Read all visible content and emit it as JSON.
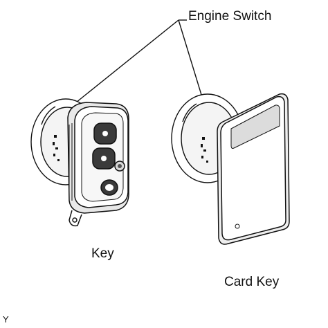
{
  "labels": {
    "engine_switch": "Engine Switch",
    "key": "Key",
    "card_key": "Card Key",
    "corner_mark": "Y"
  },
  "colors": {
    "line": "#111111",
    "background": "#ffffff",
    "shade": "#dcdcdc"
  }
}
